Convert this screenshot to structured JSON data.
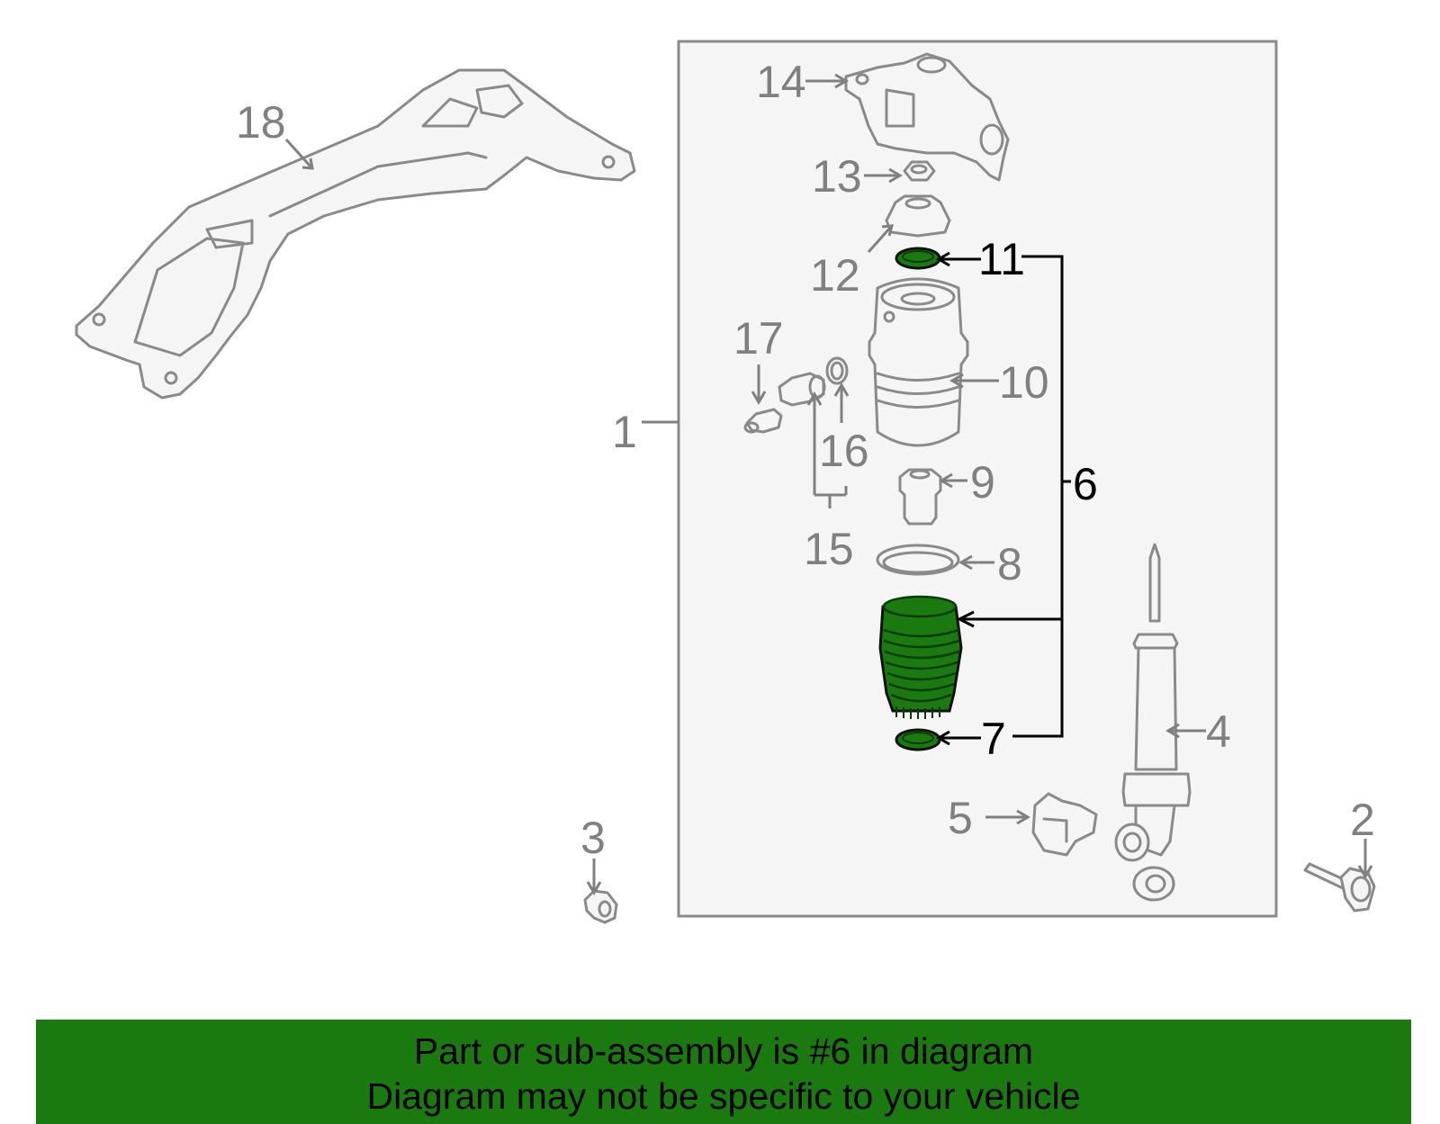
{
  "callouts": {
    "c1": "1",
    "c2": "2",
    "c3": "3",
    "c4": "4",
    "c5": "5",
    "c6": "6",
    "c7": "7",
    "c8": "8",
    "c9": "9",
    "c10": "10",
    "c11": "11",
    "c12": "12",
    "c13": "13",
    "c14": "14",
    "c15": "15",
    "c16": "16",
    "c17": "17",
    "c18": "18"
  },
  "highlighted_parts": [
    "6",
    "7",
    "11"
  ],
  "colors": {
    "highlight": "#1a7a10",
    "banner": "#1b7a0f",
    "callout_gray": "#808080",
    "callout_active": "#000000",
    "frame_bg": "#f5f5f5"
  },
  "banner": {
    "line1": "Part or sub-assembly is #6 in diagram",
    "line2": "Diagram may not be specific to your vehicle"
  }
}
